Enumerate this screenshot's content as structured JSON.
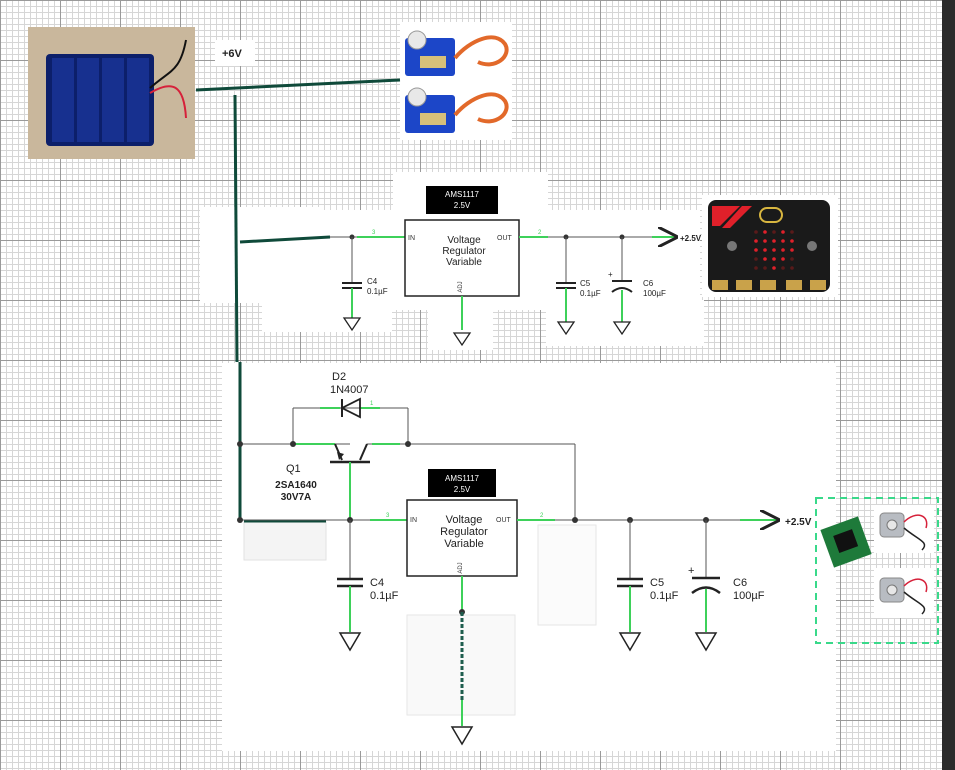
{
  "supply": {
    "label": "+6V"
  },
  "upper_circuit": {
    "regulator": {
      "part": "AMS1117",
      "value": "2.5V",
      "title_line1": "Voltage",
      "title_line2": "Regulator",
      "title_line3": "Variable",
      "pin_in": "IN",
      "pin_out": "OUT",
      "pin_adj": "ADJ"
    },
    "c4": {
      "name": "C4",
      "value": "0.1µF"
    },
    "c5": {
      "name": "C5",
      "value": "0.1µF"
    },
    "c6": {
      "name": "C6",
      "value": "100µF"
    },
    "output_label": "+2.5V",
    "pins": {
      "in_num": "3",
      "out_num": "2",
      "adj_num": "1"
    }
  },
  "lower_circuit": {
    "diode": {
      "name": "D2",
      "part": "1N4007"
    },
    "transistor": {
      "name": "Q1",
      "part_line1": "2SA1640",
      "part_line2": "30V7A"
    },
    "regulator": {
      "part": "AMS1117",
      "value": "2.5V",
      "title_line1": "Voltage",
      "title_line2": "Regulator",
      "title_line3": "Variable",
      "pin_in": "IN",
      "pin_out": "OUT",
      "pin_adj": "ADJ"
    },
    "c4": {
      "name": "C4",
      "value": "0.1µF"
    },
    "c5": {
      "name": "C5",
      "value": "0.1µF"
    },
    "c6": {
      "name": "C6",
      "value": "100µF"
    },
    "output_label": "+2.5V",
    "pins": {
      "in_num": "3",
      "out_num": "2",
      "adj_num": "1",
      "d_num": "1"
    }
  },
  "colors": {
    "wire_main": "#0f4a3a",
    "wire_green": "#3ed15a",
    "wire_dark": "#333333",
    "selection": "#39d98a",
    "battery_blue": "#102b8a",
    "servo_blue": "#1c46c8",
    "microbit_black": "#1a1a1a",
    "microbit_red": "#e0202a",
    "driver_green": "#1e7a3a"
  },
  "icons": {
    "battery": "battery-holder-photo",
    "servos": "servo-motor-photo",
    "microbit": "microbit-board-photo",
    "driver": "motor-driver-board-photo",
    "motors": "dc-motor-photo"
  }
}
